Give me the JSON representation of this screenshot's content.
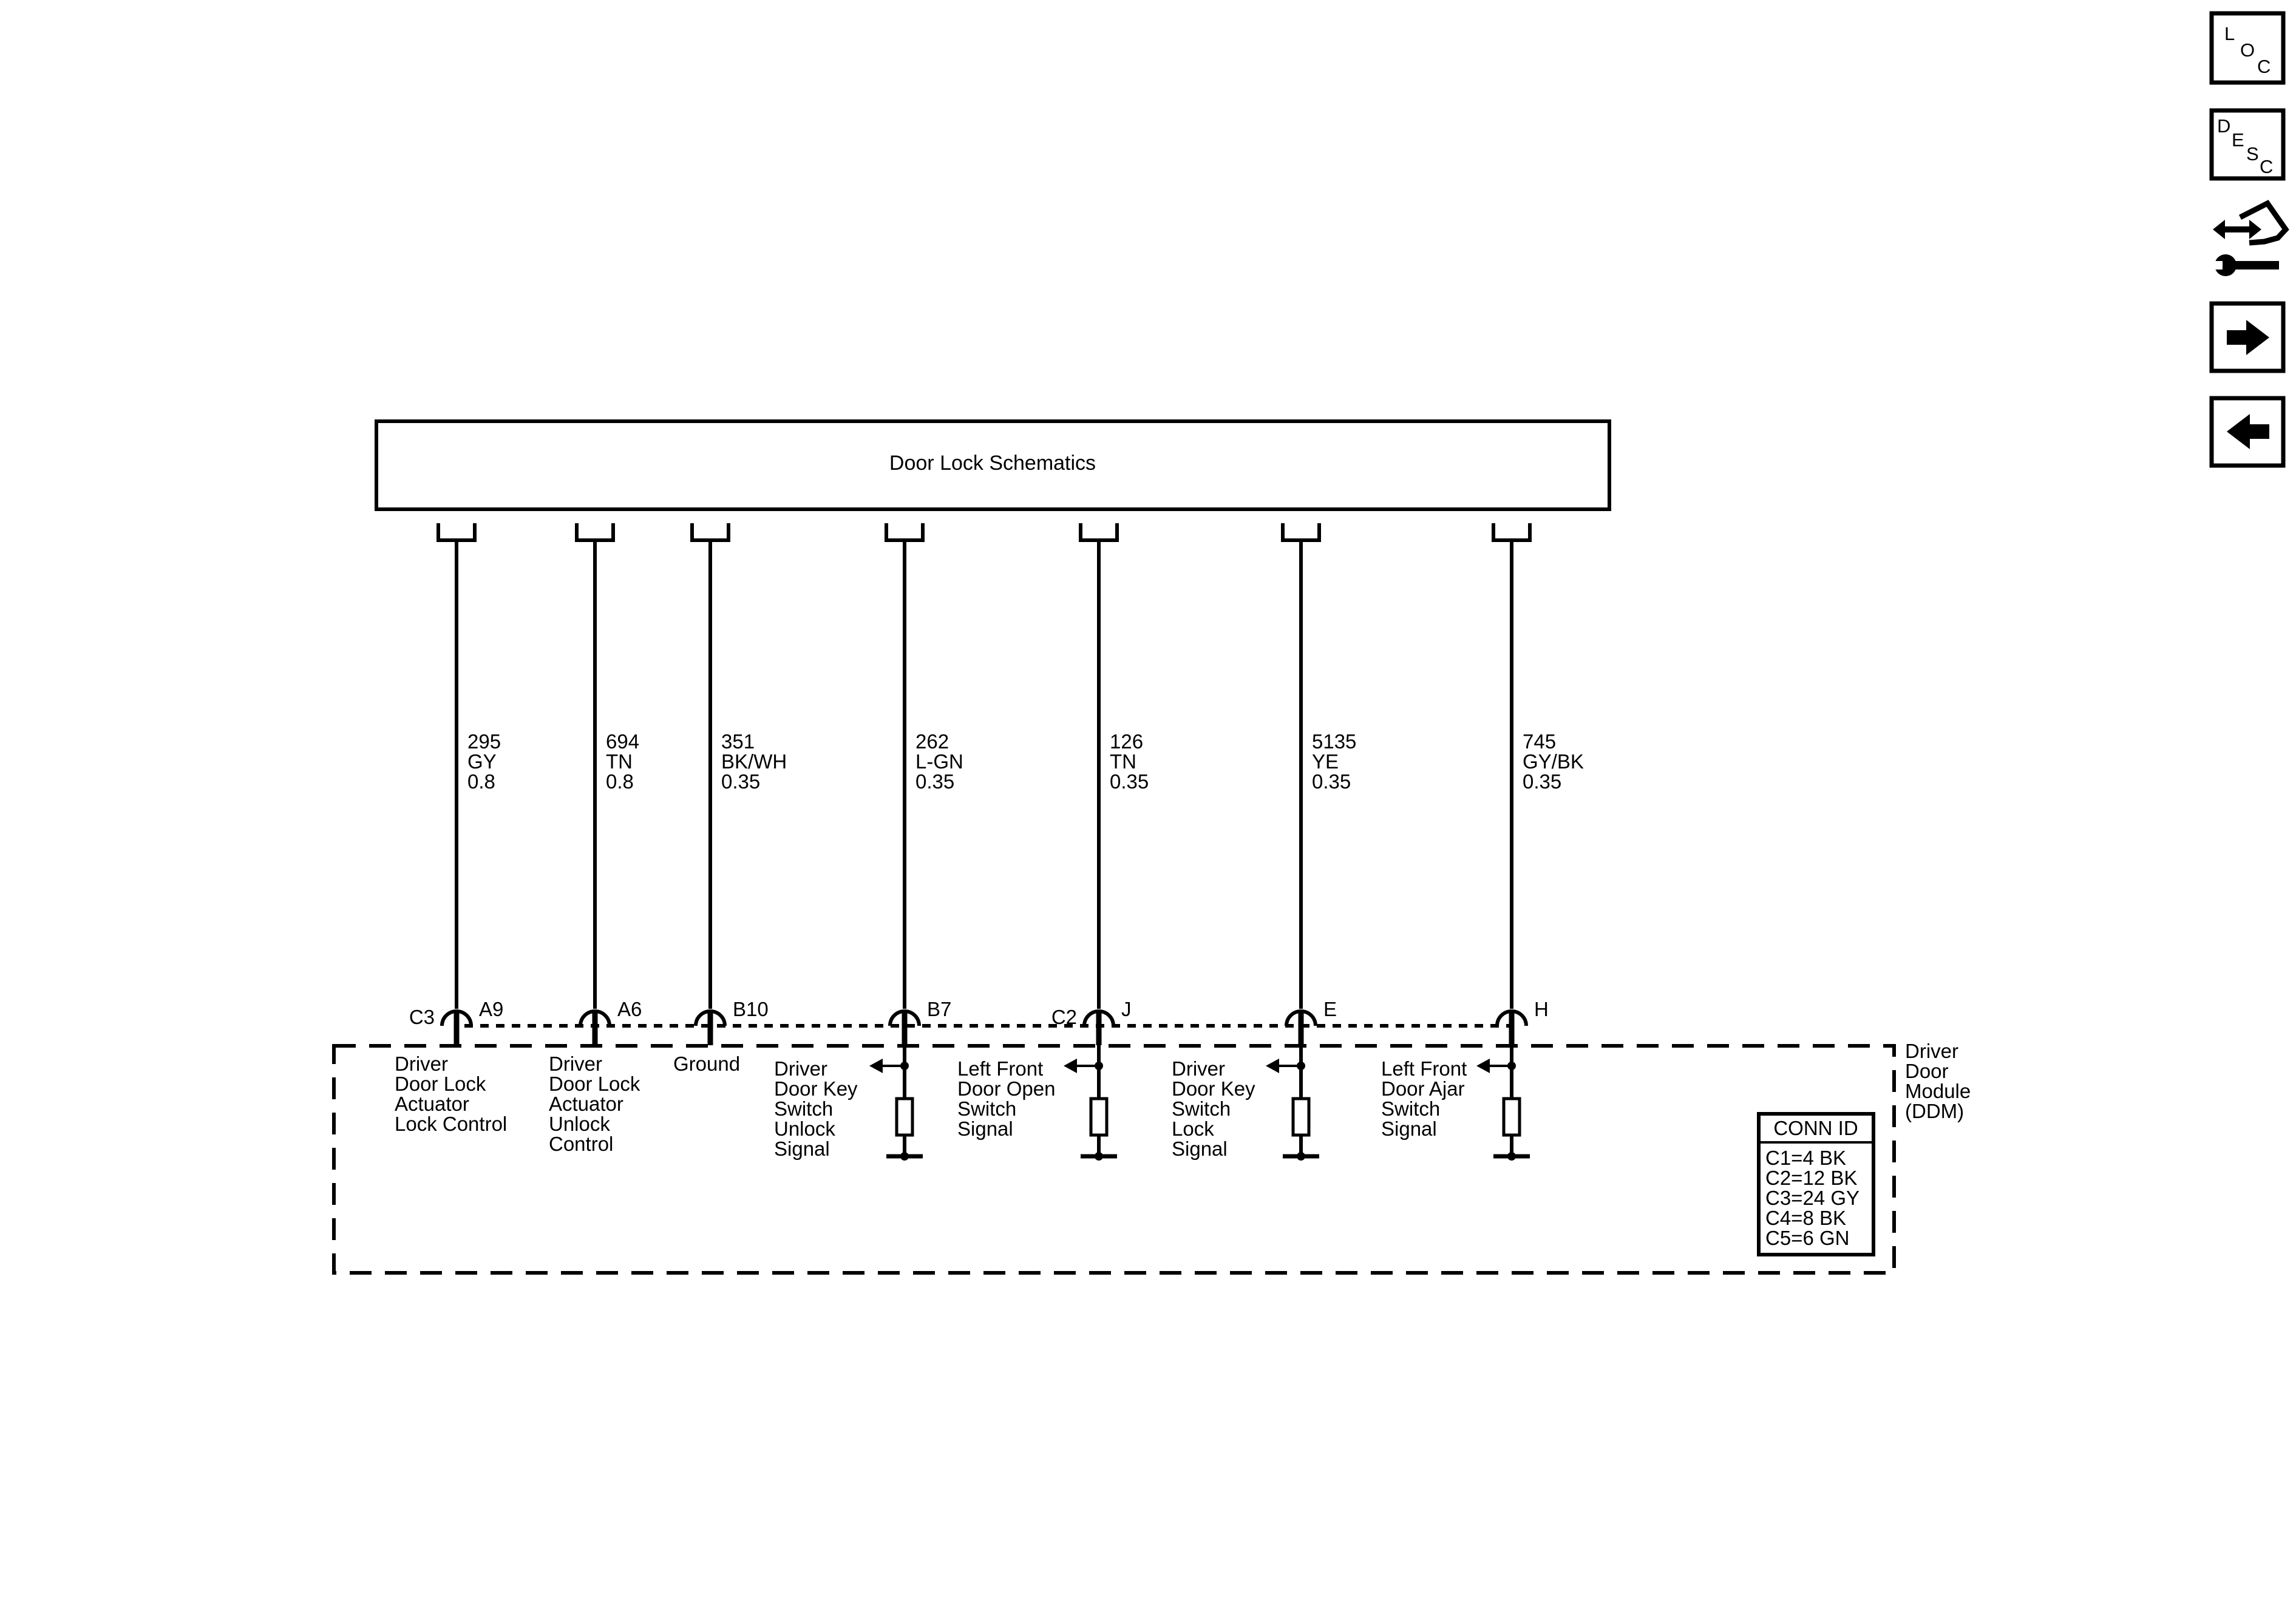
{
  "side_icons": [
    {
      "name": "loc-icon",
      "letters": [
        "L",
        "O",
        "C"
      ]
    },
    {
      "name": "desc-icon",
      "letters": [
        "D",
        "E",
        "S",
        "C"
      ]
    },
    {
      "name": "connector-tool-icon"
    },
    {
      "name": "next-arrow-icon"
    },
    {
      "name": "prev-arrow-icon"
    }
  ],
  "header_box": {
    "label": "Door Lock Schematics"
  },
  "wires": [
    {
      "circuit": "295",
      "color": "GY",
      "gauge": "0.8",
      "conn": "C3",
      "pin": "A9",
      "desc": [
        "Driver",
        "Door Lock",
        "Actuator",
        "Lock Control"
      ],
      "type": "output"
    },
    {
      "circuit": "694",
      "color": "TN",
      "gauge": "0.8",
      "conn": "",
      "pin": "A6",
      "desc": [
        "Driver",
        "Door Lock",
        "Actuator",
        "Unlock",
        "Control"
      ],
      "type": "output"
    },
    {
      "circuit": "351",
      "color": "BK/WH",
      "gauge": "0.35",
      "conn": "",
      "pin": "B10",
      "desc": [
        "Ground"
      ],
      "type": "output"
    },
    {
      "circuit": "262",
      "color": "L-GN",
      "gauge": "0.35",
      "conn": "",
      "pin": "B7",
      "desc": [
        "Driver",
        "Door Key",
        "Switch",
        "Unlock",
        "Signal"
      ],
      "type": "input"
    },
    {
      "circuit": "126",
      "color": "TN",
      "gauge": "0.35",
      "conn": "C2",
      "pin": "J",
      "desc": [
        "Left Front",
        "Door Open",
        "Switch",
        "Signal"
      ],
      "type": "input"
    },
    {
      "circuit": "5135",
      "color": "YE",
      "gauge": "0.35",
      "conn": "",
      "pin": "E",
      "desc": [
        "Driver",
        "Door Key",
        "Switch",
        "Lock",
        "Signal"
      ],
      "type": "input"
    },
    {
      "circuit": "745",
      "color": "GY/BK",
      "gauge": "0.35",
      "conn": "",
      "pin": "H",
      "desc": [
        "Left Front",
        "Door Ajar",
        "Switch",
        "Signal"
      ],
      "type": "input"
    }
  ],
  "module": {
    "label": [
      "Driver",
      "Door",
      "Module",
      "(DDM)"
    ]
  },
  "conn_id": {
    "title": "CONN ID",
    "rows": [
      "C1=4 BK",
      "C2=12 BK",
      "C3=24 GY",
      "C4=8 BK",
      "C5=6 GN"
    ]
  }
}
